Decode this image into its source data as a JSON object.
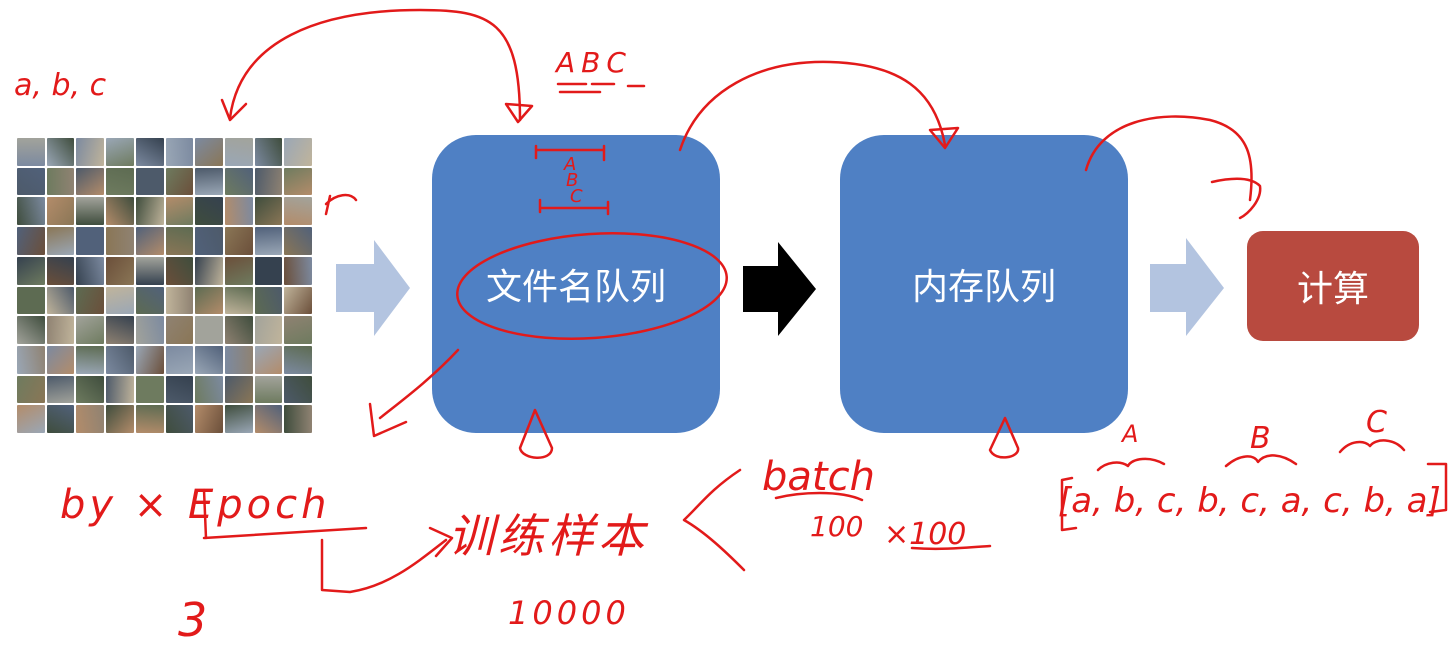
{
  "diagram": {
    "nodes": {
      "filename_queue": "文件名队列",
      "memory_queue": "内存队列",
      "compute": "计算"
    },
    "colors": {
      "queue_box": "#4f80c4",
      "compute_box": "#b84a3f",
      "light_arrow": "#b3c4e0",
      "dark_arrow": "#000000",
      "annotation": "#e21a1a"
    }
  },
  "annotations": {
    "top_left_letters": "a, b, c",
    "top_letters": "ABC",
    "box_letters": [
      "A",
      "B",
      "C"
    ],
    "epoch_line": "by × Epoch",
    "epoch_count": "3",
    "training_samples": "训练样本",
    "batch": "batch",
    "batch_size": "100",
    "batch_times": "×100",
    "sample_count": "10000",
    "group_labels": [
      "A",
      "B",
      "C"
    ],
    "shuffled_sequence": "[a, b, c, b, c, a, c, b, a]"
  }
}
